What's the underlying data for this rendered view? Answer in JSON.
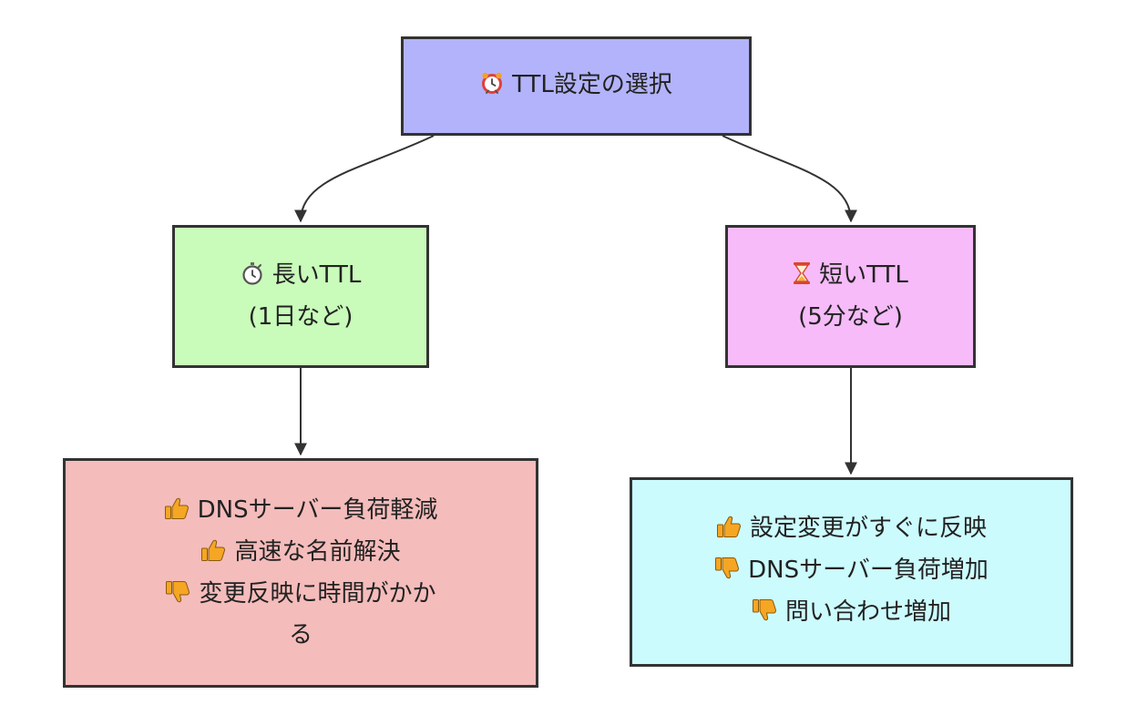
{
  "colors": {
    "root_fill": "#b3b3fb",
    "long_fill": "#c9fbba",
    "short_fill": "#f6bbf8",
    "long_points_fill": "#f4bcbb",
    "short_points_fill": "#ccfbfe",
    "border": "#333333",
    "edge": "#333333",
    "thumbs_up": "#f5a623",
    "thumbs_down": "#f5a623"
  },
  "nodes": {
    "root": {
      "icon": "alarm-clock-icon",
      "lines": [
        "TTL設定の選択"
      ]
    },
    "long_ttl": {
      "icon": "stopwatch-icon",
      "lines": [
        "長いTTL",
        "(1日など)"
      ]
    },
    "short_ttl": {
      "icon": "hourglass-icon",
      "lines": [
        "短いTTL",
        "(5分など)"
      ]
    },
    "long_points": {
      "items": [
        {
          "icon": "thumbs-up-icon",
          "text": "DNSサーバー負荷軽減"
        },
        {
          "icon": "thumbs-up-icon",
          "text": "高速な名前解決"
        },
        {
          "icon": "thumbs-down-icon",
          "text": "変更反映に時間がかか"
        },
        {
          "icon": "",
          "text": "る"
        }
      ]
    },
    "short_points": {
      "items": [
        {
          "icon": "thumbs-up-icon",
          "text": "設定変更がすぐに反映"
        },
        {
          "icon": "thumbs-down-icon",
          "text": "DNSサーバー負荷増加"
        },
        {
          "icon": "thumbs-down-icon",
          "text": "問い合わせ増加"
        }
      ]
    }
  }
}
